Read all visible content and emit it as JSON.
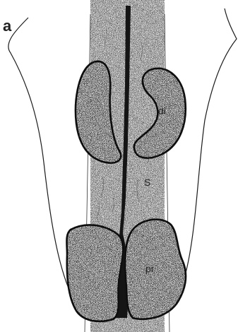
{
  "figure": {
    "panel_label": "a",
    "labels": {
      "distal": "di",
      "septum": "S",
      "proximal": "pr"
    }
  }
}
